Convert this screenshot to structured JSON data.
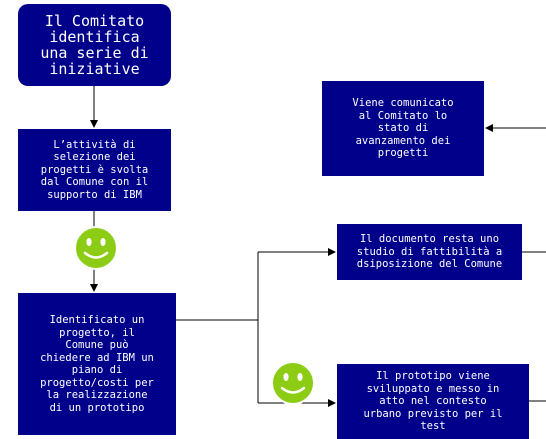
{
  "diagram": {
    "start": "Il Comitato\nidentifica\nuna serie di\niniziative",
    "selezione": "L’attività di\nselezione dei\nprogetti è svolta\ndal Comune con il\nsupporto di IBM",
    "identificato": "Identificato un\nprogetto, il\nComune può\nchiedere ad IBM un\npiano di\nprogetto/costi per\nla realizzazione\ndi un prototipo",
    "comunicato": "Viene comunicato\nal Comitato lo\nstato di\navanzamento dei\nprogetti",
    "documento": "Il documento resta uno\nstudio di fattibilità a\ndsiposizione del Comune",
    "prototipo": "Il prototipo viene\nsviluppato e messo in\natto nel contesto\nurbano previsto per il\ntest"
  },
  "icons": {
    "smiley": "smiley-face-icon",
    "arrow": "arrowhead-icon"
  },
  "colors": {
    "box_fill": "#00008b",
    "box_text": "#ffffff",
    "smiley_fill": "#8ccc14",
    "line": "#000000"
  }
}
